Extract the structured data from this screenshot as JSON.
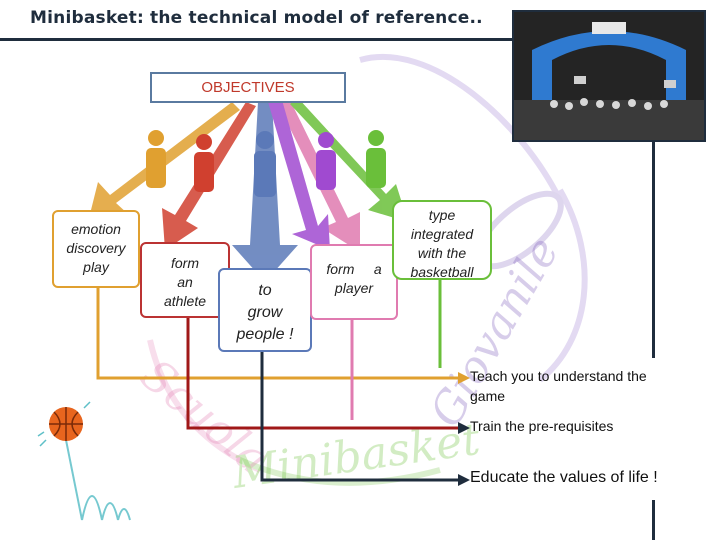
{
  "header": {
    "title": "Minibasket: the technical model of reference.."
  },
  "objectives": {
    "label": "OBJECTIVES"
  },
  "boxes": {
    "emotion": [
      "emotion",
      "discovery",
      "play"
    ],
    "athlete": [
      "form",
      "an",
      "athlete"
    ],
    "people": [
      "to",
      "grow",
      "people !"
    ],
    "player": [
      "form     a",
      "player"
    ],
    "type": [
      "type",
      "integrated",
      "with the",
      "basketball"
    ]
  },
  "outcomes": {
    "understand_1": "Teach you to understand the",
    "understand_2": "game",
    "prerequisites": "Train the pre-requisites",
    "values": "Educate the values of life !"
  },
  "watermark": {
    "text": "Scuola Minibasket Giovanile"
  },
  "colors": {
    "title": "#1f2d3d",
    "gold": "#e0a030",
    "red": "#b33333",
    "blue": "#5b79b8",
    "pink": "#e07bb0",
    "green": "#6abf3a",
    "magenta": "#d02fa0",
    "navy": "#1f2d3d"
  }
}
